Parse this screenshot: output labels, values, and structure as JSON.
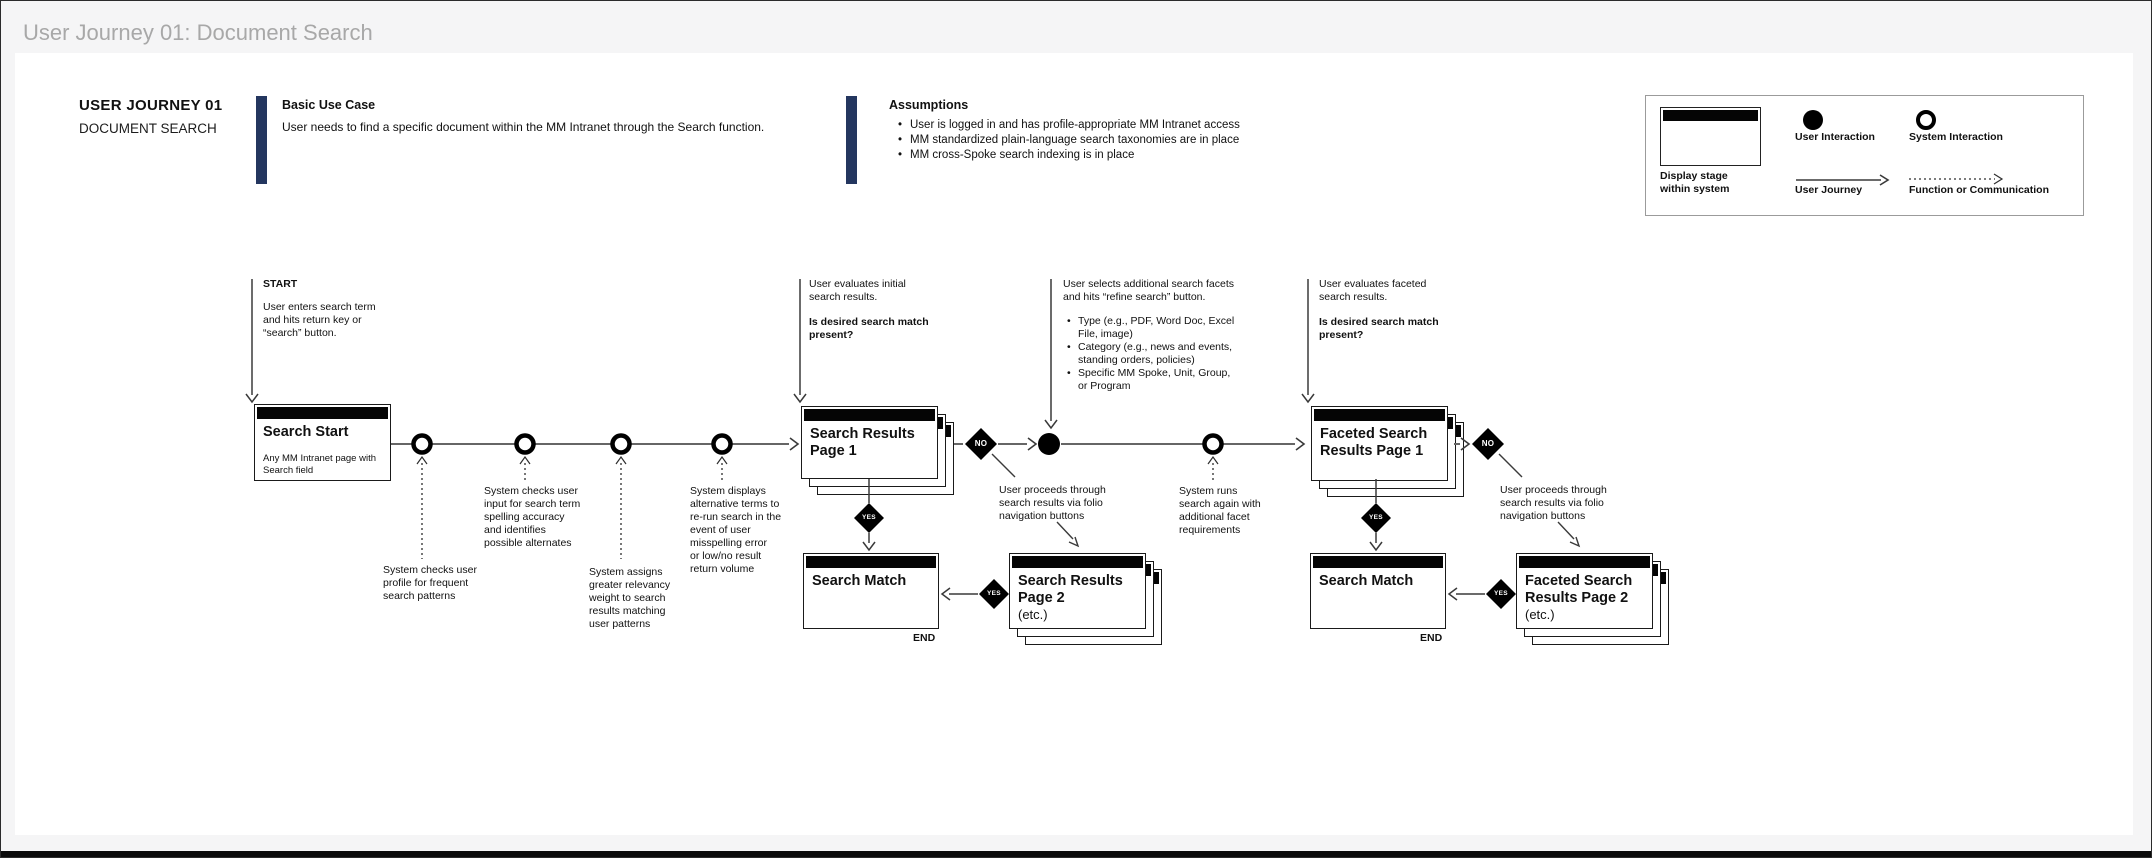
{
  "window": {
    "title": "User Journey 01: Document Search"
  },
  "header": {
    "kicker_line1": "USER JOURNEY 01",
    "kicker_line2": "DOCUMENT SEARCH",
    "use_case": {
      "heading": "Basic Use Case",
      "body": "User needs to find a specific document within the MM Intranet through the Search function."
    },
    "assumptions": {
      "heading": "Assumptions",
      "items": [
        "User is logged in and has profile-appropriate MM Intranet access",
        "MM standardized plain-language search taxonomies are in place",
        "MM cross-Spoke search indexing is in place"
      ]
    }
  },
  "legend": {
    "display_stage": "Display stage\nwithin system",
    "user_interaction": "User Interaction",
    "system_interaction": "System Interaction",
    "user_journey": "User Journey",
    "function_or_communication": "Function or Communication"
  },
  "flow": {
    "start_label": "START",
    "end_label": "END",
    "decision_no": "NO",
    "decision_yes": "YES",
    "start_note": "User enters search term\nand hits return key or\n“search” button.",
    "nodes": {
      "search_start": {
        "title": "Search Start",
        "subtitle": "Any MM Intranet page with\nSearch field"
      },
      "search_results_1": {
        "title": "Search Results\nPage 1"
      },
      "faceted_results_1": {
        "title": "Faceted Search\nResults Page 1"
      },
      "search_match": {
        "title": "Search Match"
      },
      "search_results_2": {
        "title": "Search Results\nPage 2",
        "suffix": "(etc.)"
      },
      "faceted_results_2": {
        "title": "Faceted Search\nResults Page 2",
        "suffix": "(etc.)"
      }
    },
    "annotations": {
      "sys_profile": "System checks user\nprofile for frequent\nsearch patterns",
      "sys_spelling": "System checks user\ninput for search term\nspelling accuracy\nand identifies\npossible alternates",
      "sys_relevancy": "System assigns\ngreater relevancy\nweight to search\nresults matching\nuser patterns",
      "sys_alternatives": "System displays\nalternative terms to\nre-run search in the\nevent of user\nmisspelling error\nor low/no result\nreturn volume",
      "eval_initial": "User evaluates initial\nsearch results.",
      "match_question": "Is desired search match\npresent?",
      "select_facets": "User selects additional search facets\nand hits “refine search” button.",
      "facet_items": [
        "Type (e.g., PDF, Word Doc, Excel\nFile, image)",
        "Category (e.g., news and events,\nstanding orders, policies)",
        "Specific MM Spoke, Unit, Group,\nor Program"
      ],
      "folio_nav": "User proceeds through\nsearch results via folio\nnavigation buttons",
      "sys_rerun": "System runs\nsearch again with\nadditional facet\nrequirements",
      "eval_faceted": "User evaluates faceted\nsearch results."
    }
  },
  "colors": {
    "accent_bar": "#24365f",
    "stage_header": "#000000",
    "canvas_bg": "#f5f5f6"
  }
}
